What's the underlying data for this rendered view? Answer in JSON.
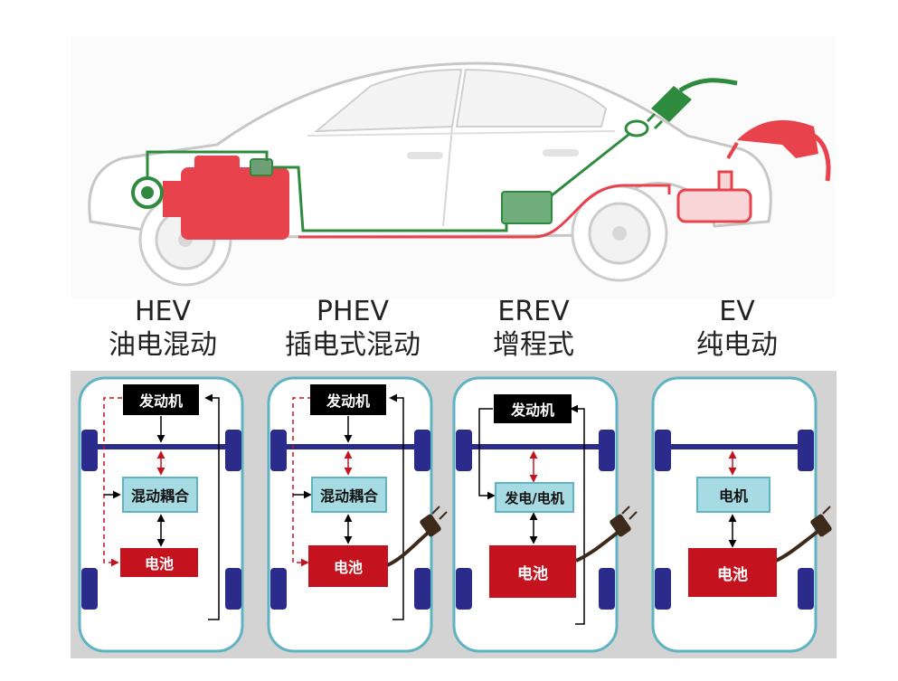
{
  "types": [
    {
      "code": "HEV",
      "name": "油电混动"
    },
    {
      "code": "PHEV",
      "name": "插电式混动"
    },
    {
      "code": "EREV",
      "name": "增程式"
    },
    {
      "code": "EV",
      "name": "纯电动"
    }
  ],
  "components": {
    "engine": "发动机",
    "hybrid_coupling": "混动耦合",
    "battery": "电池",
    "generator_motor": "发电/电机",
    "motor": "电机"
  },
  "colors": {
    "engine_red": "#e8434d",
    "battery_red": "#c4121f",
    "electric_green": "#2e8b3e",
    "axle_blue": "#2b2b8c",
    "box_cyan": "#a7dbe3",
    "frame_teal": "#5fb3c2",
    "plug_brown": "#3d2a1a"
  }
}
